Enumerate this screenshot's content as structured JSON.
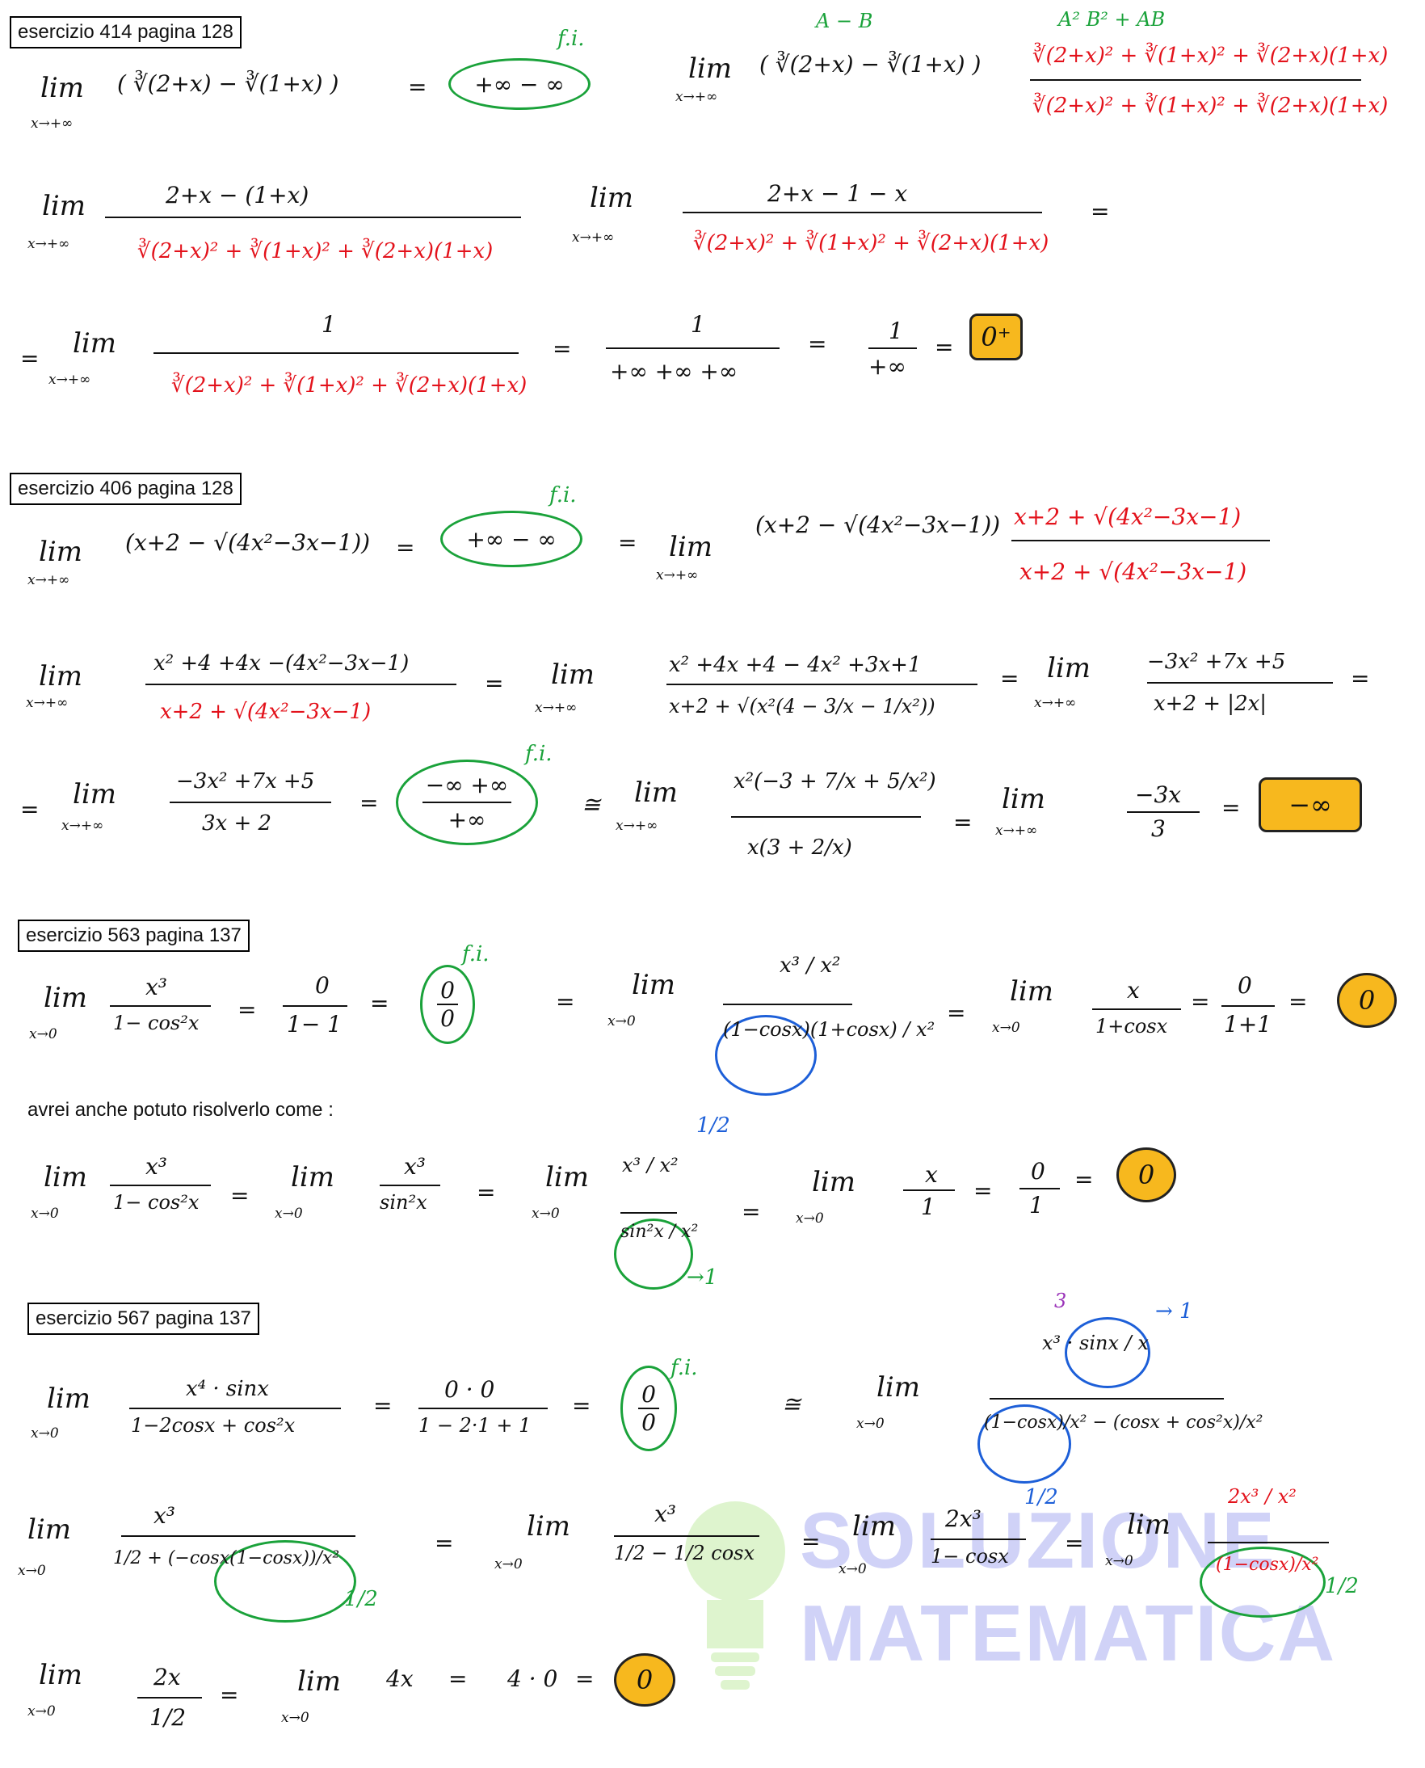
{
  "watermark": {
    "line1": "SOLUZIONE",
    "line2": "MATEMATICA"
  },
  "exercises": [
    {
      "label": "esercizio 414 pagina 128"
    },
    {
      "label": "esercizio 406 pagina 128"
    },
    {
      "label": "esercizio 563 pagina 137"
    },
    {
      "label": "esercizio 567 pagina 137"
    }
  ],
  "note": "avrei anche potuto risolverlo come :",
  "common": {
    "lim": "lim",
    "x_to_inf": "x→+∞",
    "x_to_0": "x→0",
    "eq": "=",
    "approx": "≅",
    "fi": "f.i."
  },
  "ex414": {
    "expr": "( ∛(2+x) − ∛(1+x) )",
    "indet": "+∞ − ∞",
    "ab_labels": "A   −   B",
    "ab2_labels": "A²        B²     +    AB",
    "conj": "∛(2+x)² + ∛(1+x)² + ∛(2+x)(1+x)",
    "num2": "2+x − (1+x)",
    "num3": "2+x − 1 − x",
    "one": "1",
    "den_inf": "+∞ +∞ +∞",
    "den_inf2": "+∞",
    "result": "0⁺"
  },
  "ex406": {
    "expr": "(x+2 − √(4x²−3x−1))",
    "indet": "+∞ − ∞",
    "conj": "x+2 + √(4x²−3x−1)",
    "num1": "x² +4 +4x −(4x²−3x−1)",
    "num2": "x² +4x +4 − 4x² +3x+1",
    "den2": "x+2 + √(x²(4 − 3/x − 1/x²))",
    "num3": "−3x² +7x +5",
    "den3": "x+2 + |2x|",
    "den4": "3x + 2",
    "indet2_num": "−∞ +∞",
    "indet2_den": "+∞",
    "num5": "x²(−3 + 7/x + 5/x²)",
    "den5": "x(3 + 2/x)",
    "num6": "−3x",
    "den6": "3",
    "result": "−∞"
  },
  "ex563": {
    "num": "x³",
    "den": "1− cos²x",
    "zero_over": "0",
    "one_minus_one": "1− 1",
    "indet_num": "0",
    "indet_den": "0",
    "num2": "x³ / x²",
    "den2": "(1−cosx)(1+cosx) / x²",
    "half": "1/2",
    "num3": "x",
    "den3": "1+cosx",
    "zero": "0",
    "one_plus_one": "1+1",
    "result": "0",
    "alt_den": "sin²x",
    "alt_num2": "x³ / x²",
    "alt_den2": "sin²x / x²",
    "arrow_one": "→1",
    "alt_num3": "x",
    "alt_den3": "1",
    "alt_zero": "0",
    "alt_one": "1",
    "alt_result": "0"
  },
  "ex567": {
    "num": "x⁴ · sinx",
    "den": "1−2cosx + cos²x",
    "zero_dot_zero": "0 · 0",
    "den_val": "1 − 2·1 + 1",
    "indet_num": "0",
    "indet_den": "0",
    "num2": "x³ · sinx / x",
    "den2": "(1−cosx)/x² − (cosx + cos²x)/x²",
    "arrow_one": "→ 1",
    "half": "1/2",
    "num3": "x³",
    "den3": "1/2 + (−cosx(1−cosx))/x²",
    "num4": "x³",
    "den4": "1/2 − 1/2 cosx",
    "num5": "2x³",
    "den5": "1− cosx",
    "num6": "2x³ / x²",
    "den6": "(1−cosx)/x²",
    "num7": "2x",
    "den7": "1/2",
    "four_x": "4x",
    "four_zero": "4 · 0",
    "result": "0",
    "three": "3"
  },
  "colors": {
    "red": "#e3121b",
    "green": "#1aa23a",
    "blue": "#1d5fd8",
    "result_fill": "#f7b81e",
    "watermark": "#c8cbf6"
  }
}
